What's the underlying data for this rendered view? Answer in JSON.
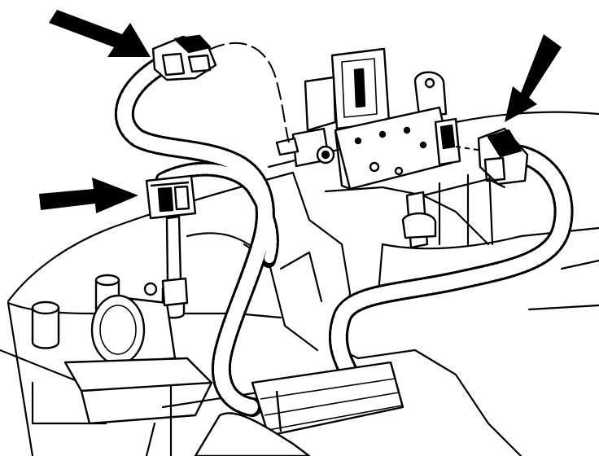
{
  "diagram": {
    "ink_color": "#000000",
    "paper_color": "#ffffff",
    "callouts": [
      {
        "id": "arrow-1",
        "points_to": "upper-left-harness-connector"
      },
      {
        "id": "arrow-2",
        "points_to": "middle-left-harness-connector"
      },
      {
        "id": "arrow-3",
        "points_to": "right-harness-connector"
      }
    ]
  }
}
